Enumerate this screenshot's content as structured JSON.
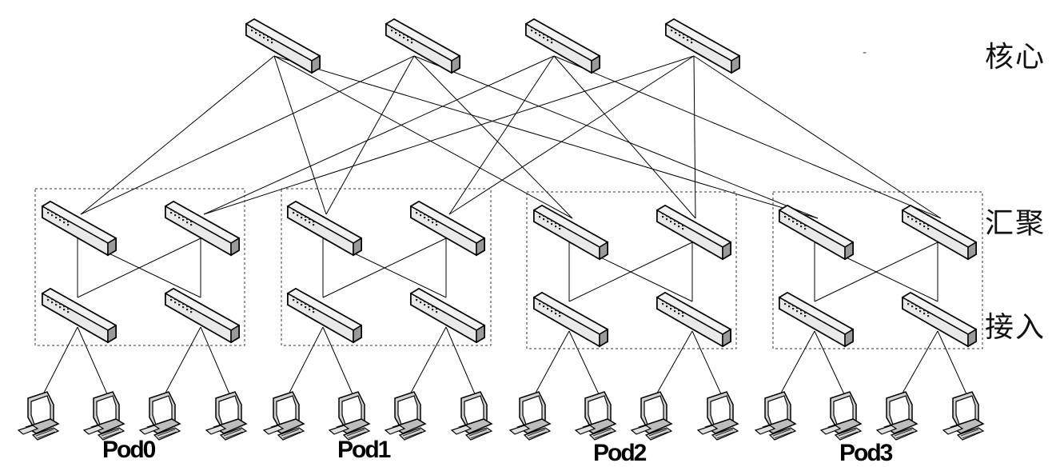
{
  "layers": {
    "core": "核心",
    "aggregation": "汇聚",
    "access": "接入"
  },
  "pods": [
    "Pod0",
    "Pod1",
    "Pod2",
    "Pod3"
  ],
  "stray_mark": "-"
}
